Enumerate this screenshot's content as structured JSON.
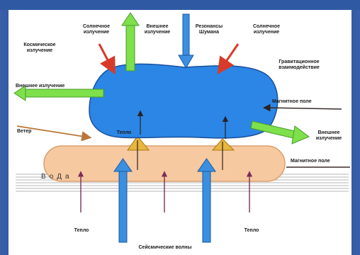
{
  "labels": {
    "solar_left": "Солнечное\nизлучение",
    "external_top": "Внешнее\nизлучение",
    "schumann": "Резонансы\nШумана",
    "solar_right": "Солнечное\nизлучение",
    "cosmic": "Космическое\nизлучение",
    "gravity": "Гравитационное\nвзаимодействие",
    "external_left": "Внешнее излучение",
    "magnetic_top": "Магнитное поле",
    "wind": "Ветер",
    "heat_mid": "Тепло",
    "external_right": "Внешнее\nизлучение",
    "magnetic_bottom": "Магнитное поле",
    "water": "ВоДа",
    "heat_left": "Тепло",
    "heat_right": "Тепло",
    "seismic": "Сейсмические волны"
  },
  "colors": {
    "cloud": "#2b86e6",
    "cloud_stroke": "#1a4f9a",
    "water_body": "#f7c9a0",
    "green_arrow": "#7ee04a",
    "blue_arrow": "#3b8fe0",
    "red_arrow": "#d83a2a",
    "brown_line": "#b9763a",
    "purple_line": "#7a2f5a",
    "dark_line": "#3b2b2b"
  }
}
